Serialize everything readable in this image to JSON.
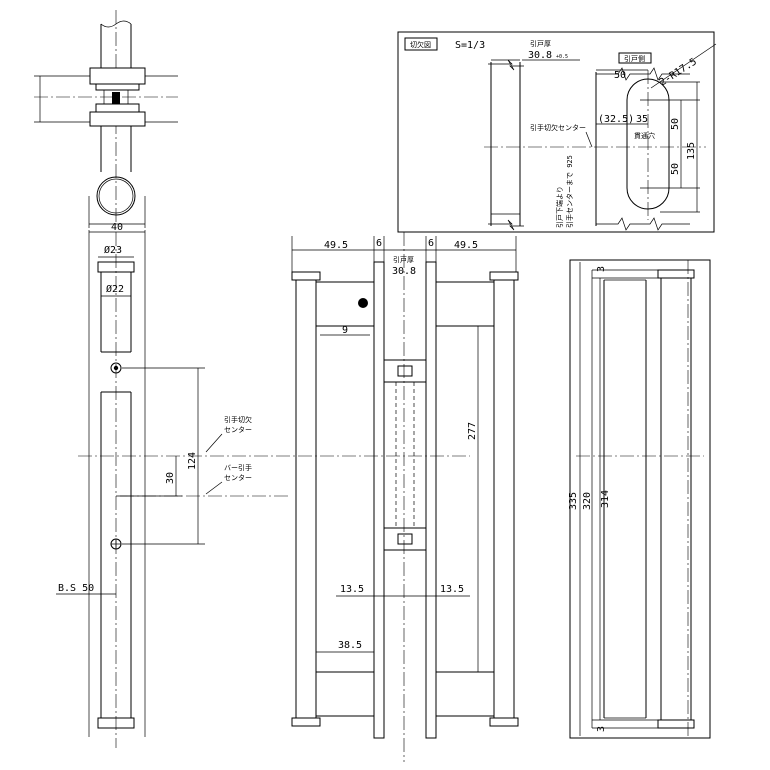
{
  "cutout_box": {
    "badge": "切欠図",
    "scale": "S=1/3",
    "door_thickness_label": "引戸厚",
    "door_thickness_value": "30.8",
    "door_thickness_tol": "+0.5",
    "door_side_label": "引戸側",
    "dim_50_top": "50",
    "dim_r": "2-R17.5",
    "dim_325": "(32.5)",
    "dim_35": "35",
    "dim_50_a": "50",
    "dim_50_b": "50",
    "dim_135": "135",
    "through_hole": "貫通穴",
    "cutout_center": "引手切欠センター",
    "note_line1": "引戸下端より",
    "note_line2": "引手センターまで 925"
  },
  "left_view": {
    "dim_40": "40",
    "dim_23": "Ø23",
    "dim_22": "Ø22",
    "dim_124": "124",
    "dim_30": "30",
    "cutout_center_l1": "引手切欠",
    "cutout_center_l2": "センター",
    "bar_center_l1": "バー引手",
    "bar_center_l2": "センター",
    "bs": "B.S 50"
  },
  "center_view": {
    "dim_495_left": "49.5",
    "dim_6_left": "6",
    "dim_6_right": "6",
    "dim_495_right": "49.5",
    "door_thickness_label": "引戸厚",
    "door_thickness_value": "30.8",
    "dim_9": "9",
    "dim_277": "277",
    "dim_135_left": "13.5",
    "dim_135_right": "13.5",
    "dim_385": "38.5"
  },
  "right_view": {
    "dim_3_top": "3",
    "dim_335": "335",
    "dim_320": "320",
    "dim_314": "314",
    "dim_3_bottom": "3"
  }
}
